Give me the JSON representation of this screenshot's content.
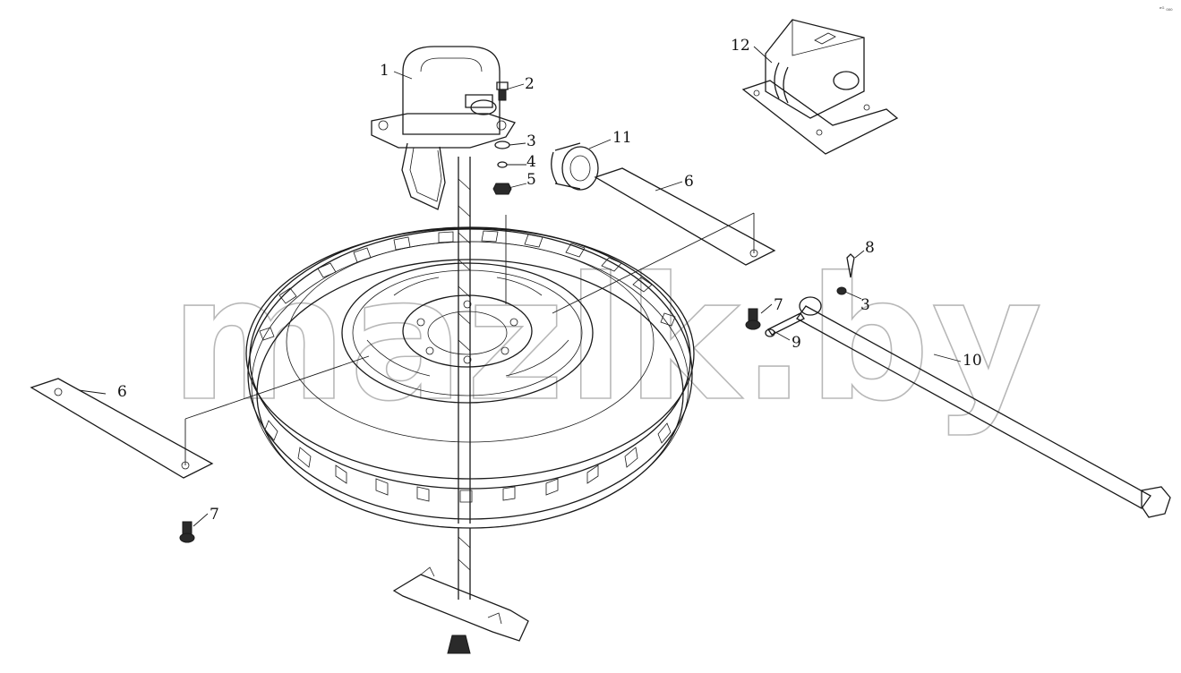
{
  "watermark": "mazlk.by",
  "corner_mark": "ᵉᴳ ₀₀₀",
  "callouts": {
    "c1": "1",
    "c2": "2",
    "c3a": "3",
    "c4": "4",
    "c5": "5",
    "c6a": "6",
    "c6b": "6",
    "c7a": "7",
    "c7b": "7",
    "c8": "8",
    "c3b": "3",
    "c9": "9",
    "c10": "10",
    "c11": "11",
    "c12": "12"
  }
}
